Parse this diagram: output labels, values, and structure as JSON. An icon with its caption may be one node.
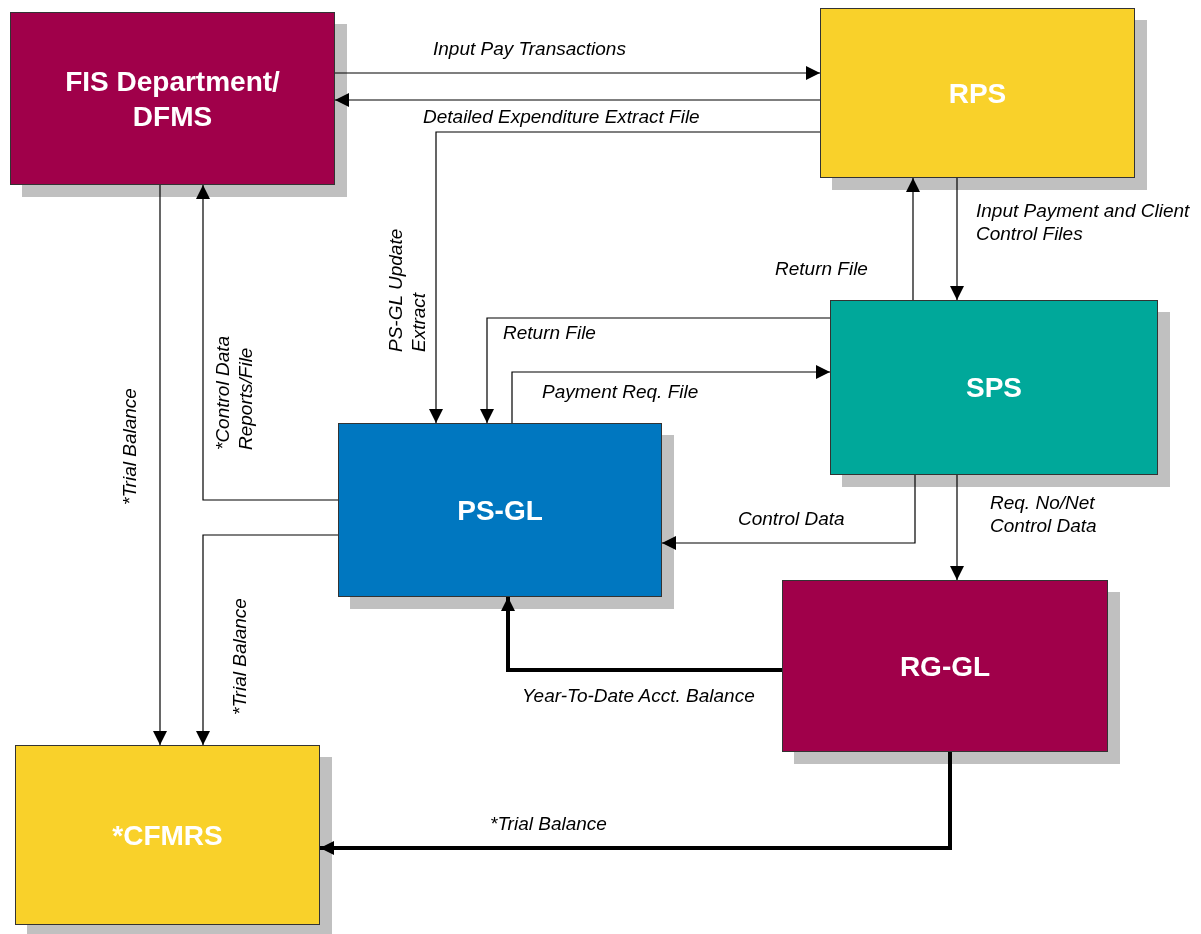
{
  "diagram": {
    "nodes": [
      {
        "text": [
          "FIS Department/ DFMS"
        ]
      },
      {
        "text": [
          "RPS"
        ]
      },
      {
        "text": [
          "SPS"
        ]
      },
      {
        "text": [
          "PS-GL"
        ]
      },
      {
        "text": [
          "RG-GL"
        ]
      },
      {
        "text": [
          "*CFMRS"
        ]
      }
    ],
    "edges": [
      {
        "from": 0,
        "to": 1,
        "arrow": "to",
        "label": "Input Pay Transactions"
      },
      {
        "from": 1,
        "to": 0,
        "arrow": "to",
        "label": "Detailed Expenditure Extract File"
      },
      {
        "from": 1,
        "to": 3,
        "arrow": "to",
        "label": "PS-GL Update Extract"
      },
      {
        "from": 2,
        "to": 3,
        "arrow": "to",
        "label": "Return File"
      },
      {
        "from": 3,
        "to": 2,
        "arrow": "to",
        "label": "Payment Req. File"
      },
      {
        "from": 2,
        "to": 1,
        "arrow": "to",
        "label": "Return File"
      },
      {
        "from": 1,
        "to": 2,
        "arrow": "to",
        "label": "Input Payment and Client Control Files"
      },
      {
        "from": 2,
        "to": 3,
        "arrow": "to",
        "label": "Control Data"
      },
      {
        "from": 2,
        "to": 4,
        "arrow": "to",
        "label": "Req. No/Net Control Data"
      },
      {
        "from": 4,
        "to": 3,
        "arrow": "to",
        "label": "Year-To-Date Acct. Balance",
        "style": "thick"
      },
      {
        "from": 4,
        "to": 5,
        "arrow": "to",
        "label": "*Trial Balance",
        "style": "thick"
      },
      {
        "from": 3,
        "to": 0,
        "arrow": "to",
        "label": "*Control Data Reports/File"
      },
      {
        "from": 3,
        "to": 5,
        "arrow": "to",
        "label": "*Trial Balance"
      },
      {
        "from": 0,
        "to": 5,
        "arrow": "to",
        "label": "*Trial Balance"
      }
    ]
  }
}
